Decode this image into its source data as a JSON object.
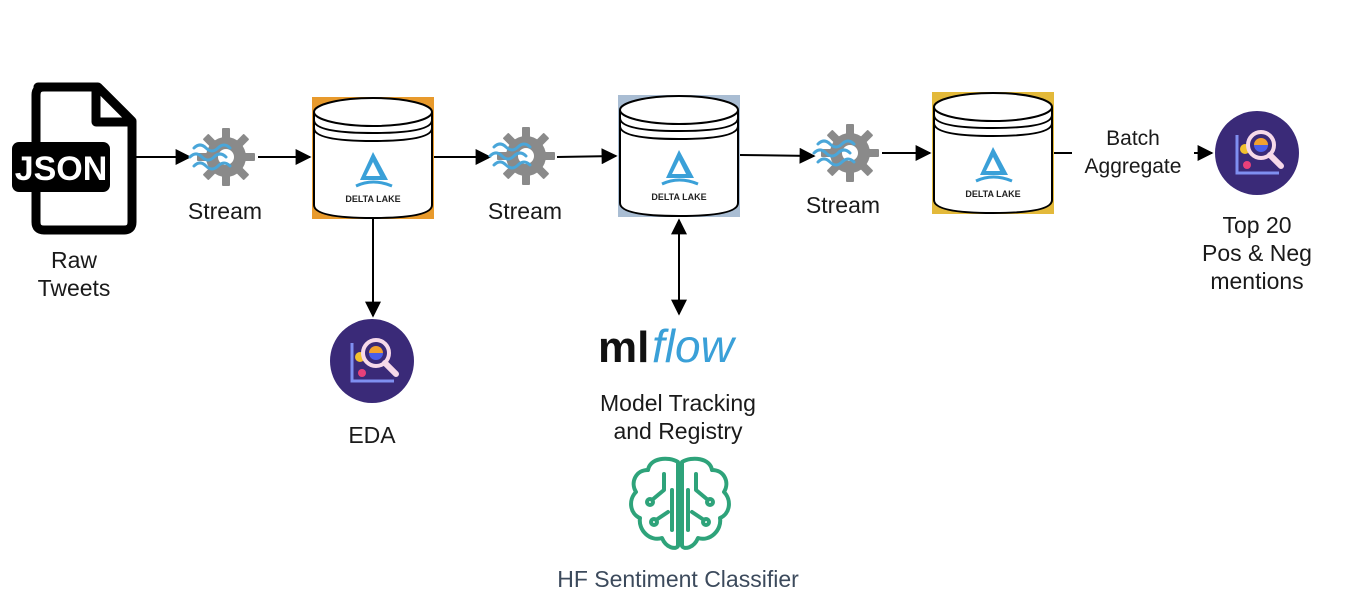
{
  "nodes": {
    "raw_tweets": {
      "icon_text": "JSON",
      "label_line1": "Raw",
      "label_line2": "Tweets"
    },
    "stream_1": {
      "label": "Stream"
    },
    "delta_bronze": {
      "logo_text": "DELTA LAKE",
      "accent_color": "#e89a2c"
    },
    "eda": {
      "label": "EDA"
    },
    "stream_2": {
      "label": "Stream"
    },
    "delta_silver": {
      "logo_text": "DELTA LAKE",
      "accent_color": "#a9bdd3"
    },
    "mlflow": {
      "logo_ml": "ml",
      "logo_flow": "flow",
      "label_line1": "Model Tracking",
      "label_line2": "and Registry"
    },
    "hf_classifier": {
      "label": "HF Sentiment Classifier",
      "color": "#2ea37a"
    },
    "stream_3": {
      "label": "Stream"
    },
    "delta_gold": {
      "logo_text": "DELTA LAKE",
      "accent_color": "#e3b93a"
    },
    "batch": {
      "label_line1": "Batch",
      "label_line2": "Aggregate"
    },
    "top20": {
      "label_line1": "Top 20",
      "label_line2": "Pos & Neg",
      "label_line3": "mentions"
    }
  },
  "colors": {
    "delta_logo": "#3aa0d8",
    "analytics_circle": "#3a2a78",
    "gear": "#8a8a8a",
    "stream_waves": "#4aa6d9",
    "arrow": "#000000"
  }
}
